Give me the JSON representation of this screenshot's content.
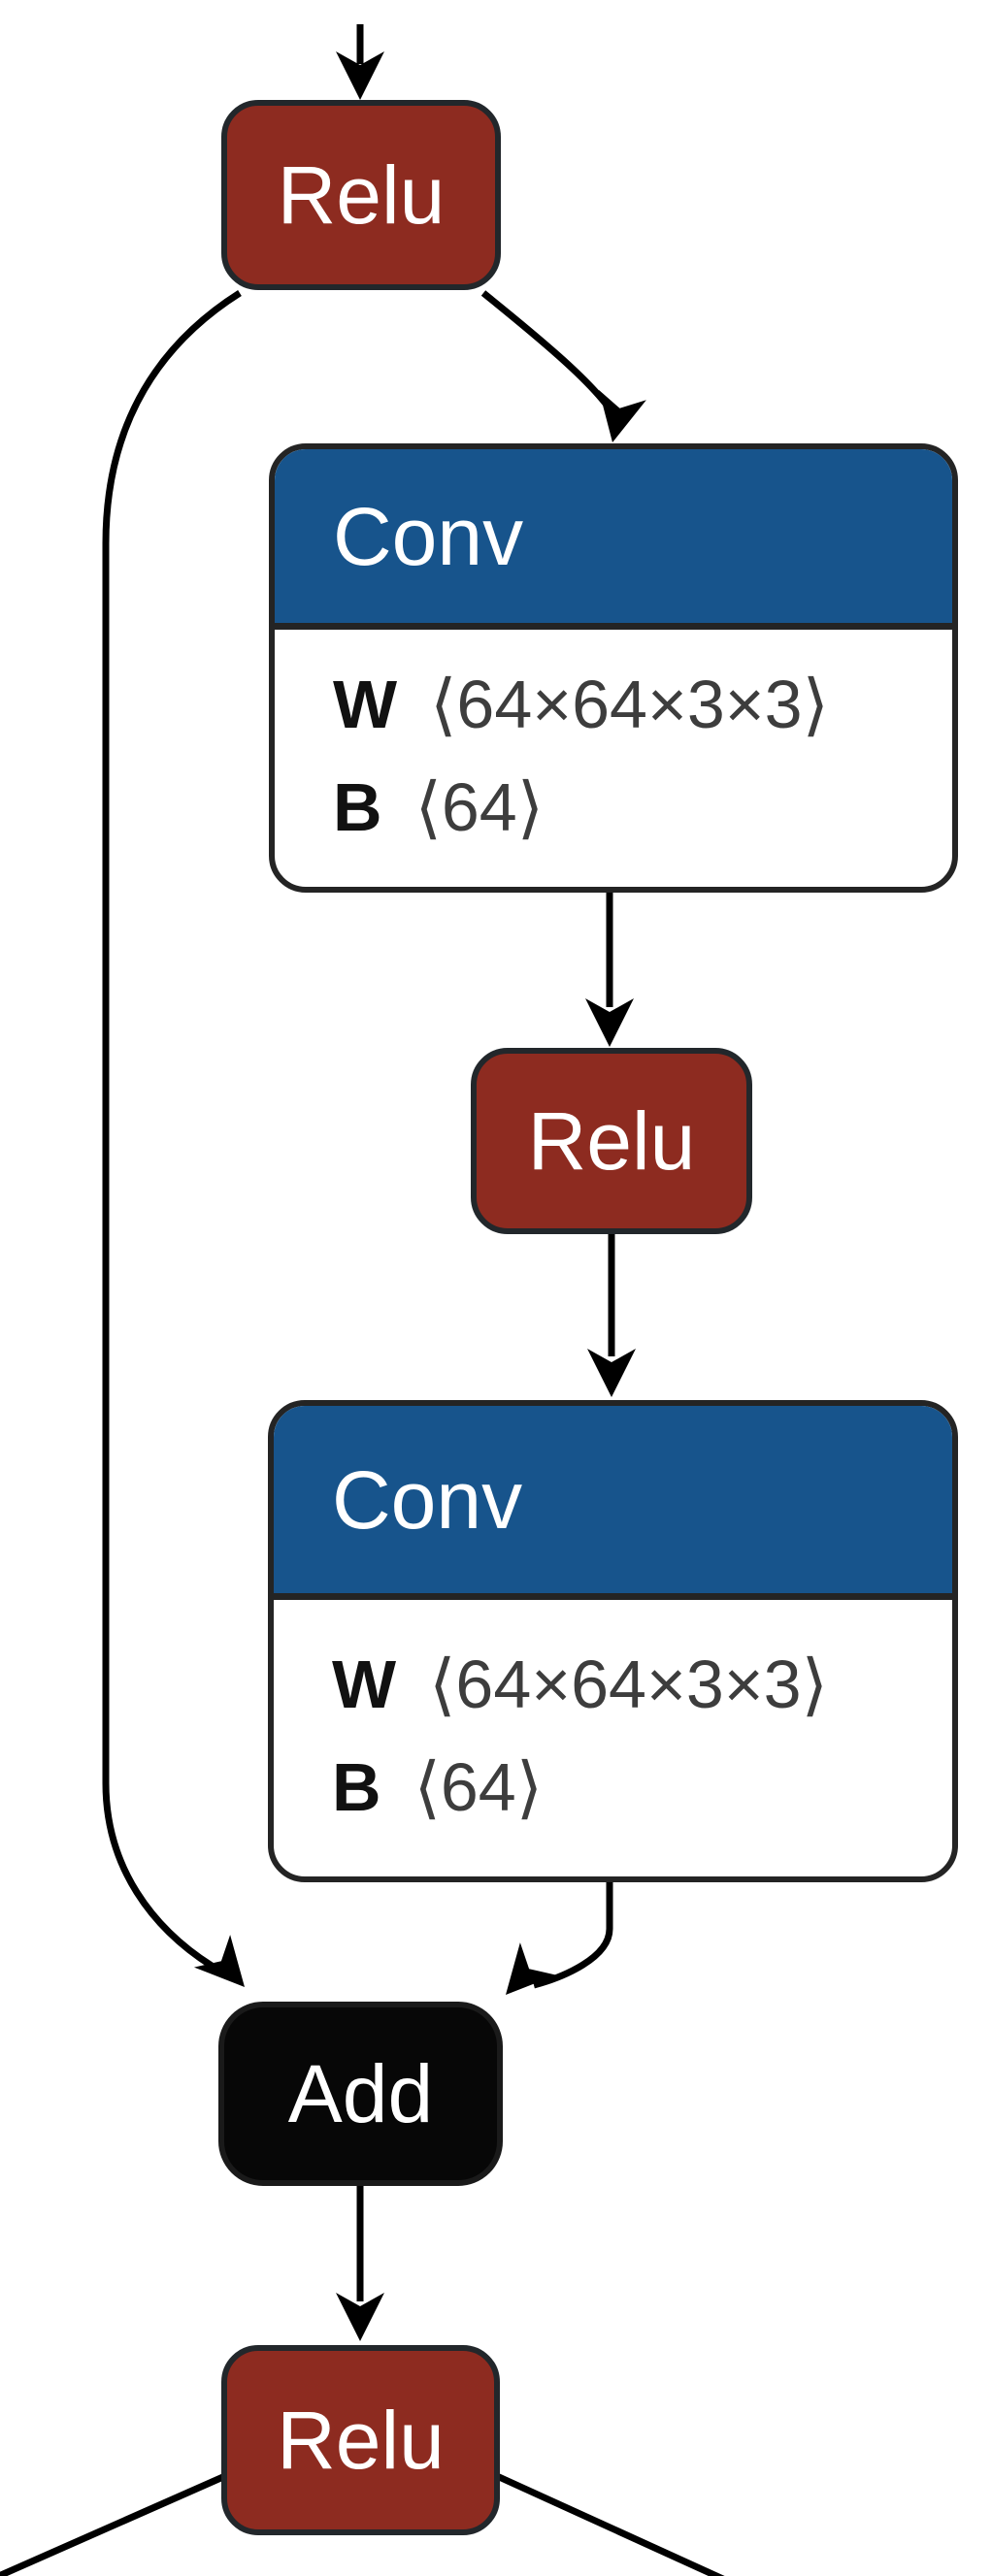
{
  "theme": {
    "canvas-bg": "#ffffff",
    "edge-color": "#000000",
    "activation-fill": "#8d2b20",
    "activation-border": "#22272b",
    "conv-header-fill": "#17548c",
    "conv-body-fill": "#ffffff",
    "conv-border": "#242424",
    "add-fill": "#070707",
    "add-border": "#1a1a1a",
    "label-light": "#ffffff",
    "param-name-color": "#111111",
    "param-shape-color": "#3d3d3d"
  },
  "nodes": {
    "relu1": {
      "label": "Relu"
    },
    "conv1": {
      "title": "Conv",
      "params": [
        {
          "name": "W",
          "shape": "⟨64×64×3×3⟩"
        },
        {
          "name": "B",
          "shape": "⟨64⟩"
        }
      ]
    },
    "relu2": {
      "label": "Relu"
    },
    "conv2": {
      "title": "Conv",
      "params": [
        {
          "name": "W",
          "shape": "⟨64×64×3×3⟩"
        },
        {
          "name": "B",
          "shape": "⟨64⟩"
        }
      ]
    },
    "add": {
      "label": "Add"
    },
    "relu3": {
      "label": "Relu"
    }
  }
}
